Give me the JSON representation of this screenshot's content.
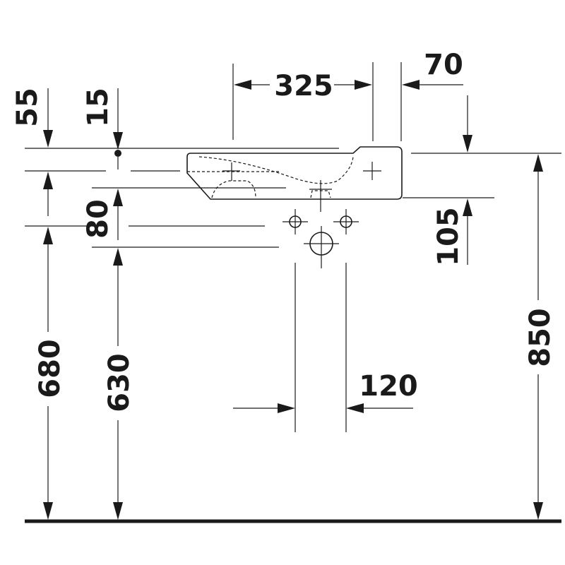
{
  "dimensions": {
    "width_325": "325",
    "offset_70": "70",
    "top_55": "55",
    "top_15": "15",
    "gap_80": "80",
    "gap_105": "105",
    "height_680": "680",
    "height_630": "630",
    "height_850": "850",
    "width_120": "120"
  },
  "colors": {
    "line": "#1a1a1a",
    "background": "#ffffff"
  }
}
